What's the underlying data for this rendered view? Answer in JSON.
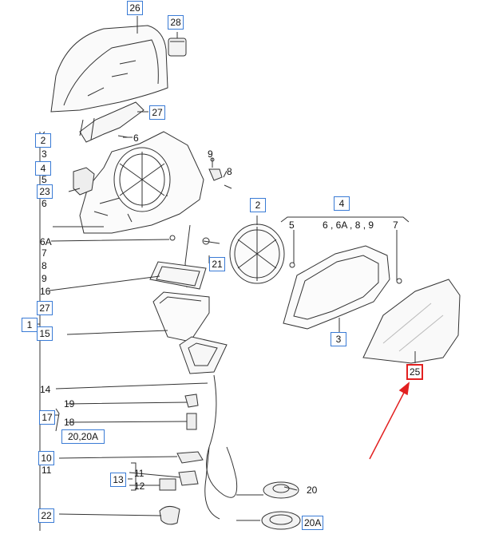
{
  "callouts": {
    "c26": "26",
    "c28": "28",
    "c27a": "27",
    "c6a": "6",
    "c9": "9",
    "c8": "8",
    "l2": "2",
    "l3": "3",
    "l4": "4",
    "l5": "5",
    "l23": "23",
    "l6": "6",
    "l6A": "6A",
    "l7": "7",
    "l8": "8",
    "l9": "9",
    "l16": "16",
    "l27": "27",
    "l1": "1",
    "l15": "15",
    "c2": "2",
    "c4": "4",
    "c5": "5",
    "c6group": "6 , 6A , 8 , 9",
    "c7": "7",
    "c21": "21",
    "c3": "3",
    "c25": "25",
    "l14": "14",
    "l19": "19",
    "l17": "17",
    "l18": "18",
    "l20_20A": "20,20A",
    "l10": "10",
    "l11a": "11",
    "l11": "11",
    "l13": "13",
    "l12": "12",
    "l22": "22",
    "c20": "20",
    "c20A": "20A"
  },
  "colors": {
    "box_border": "#3a7bd5",
    "highlight": "#e22020",
    "line": "#333333"
  }
}
